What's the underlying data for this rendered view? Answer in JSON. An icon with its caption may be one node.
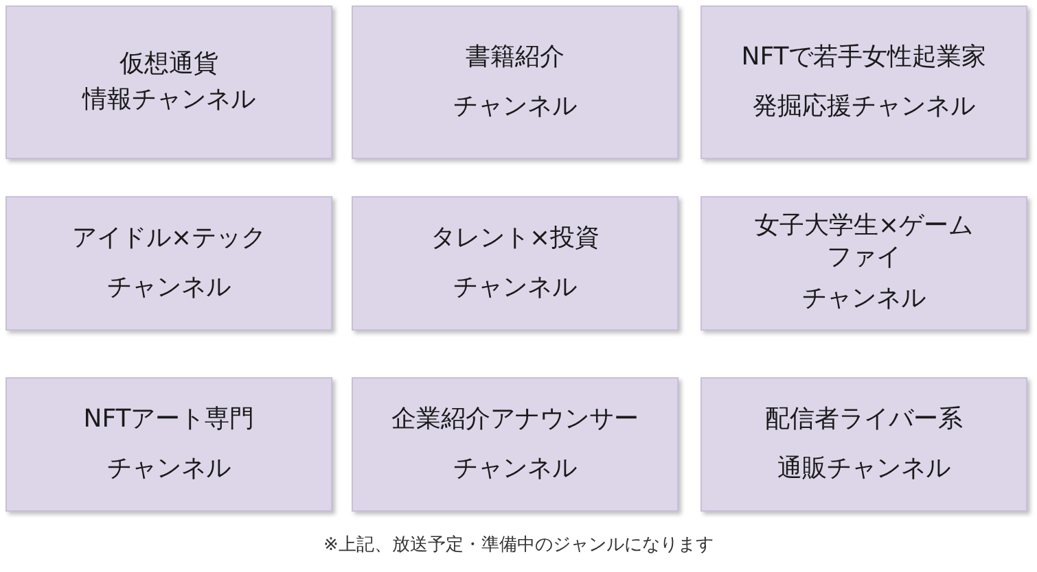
{
  "diagram": {
    "nodes": [
      {
        "text": [
          "仮想通貨",
          "情報チャンネル"
        ]
      },
      {
        "text": [
          "書籍紹介",
          "チャンネル"
        ]
      },
      {
        "text": [
          "NFTで若手女性起業家",
          "発掘応援チャンネル"
        ]
      },
      {
        "text": [
          "アイドル×テック",
          "チャンネル"
        ]
      },
      {
        "text": [
          "タレント×投資",
          "チャンネル"
        ]
      },
      {
        "text": [
          "女子大学生×ゲームファイ",
          "チャンネル"
        ]
      },
      {
        "text": [
          "NFTアート専門",
          "チャンネル"
        ]
      },
      {
        "text": [
          "企業紹介アナウンサー",
          "チャンネル"
        ]
      },
      {
        "text": [
          "配信者ライバー系",
          "通販チャンネル"
        ]
      }
    ],
    "labels": [
      "※上記、放送予定・準備中のジャンルになります"
    ]
  }
}
